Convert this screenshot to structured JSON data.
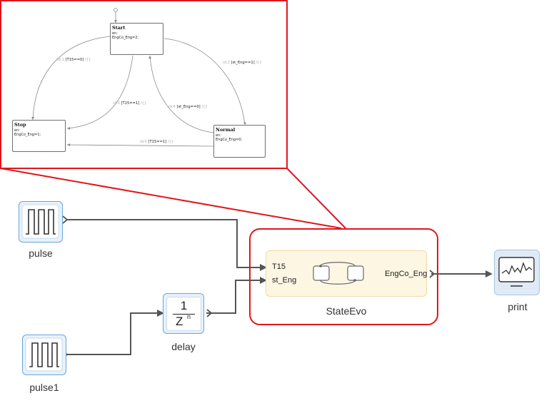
{
  "blocks": {
    "pulse": {
      "label": "pulse",
      "icon": "pulse-wave-icon"
    },
    "pulse1": {
      "label": "pulse1",
      "icon": "pulse-wave-icon"
    },
    "delay": {
      "label": "delay",
      "numerator": "1",
      "denominator": "Z",
      "exponent": "n",
      "icon": "unit-delay-icon"
    },
    "stateevo": {
      "label": "StateEvo",
      "inputs": [
        "T15",
        "st_Eng"
      ],
      "output": "EngCo_Eng",
      "icon": "state-machine-icon"
    },
    "print": {
      "label": "print",
      "icon": "scope-display-icon"
    }
  },
  "statechart": {
    "states": {
      "start": {
        "name": "Start",
        "entry": "en:",
        "action": "EngCo_Eng=2;"
      },
      "stop": {
        "name": "Stop",
        "entry": "en:",
        "action": "EngCo_Eng=1;"
      },
      "normal": {
        "name": "Normal",
        "entry": "en:",
        "action": "EngCo_Eng=0;"
      }
    },
    "transitions": [
      {
        "id": "start-to-stop",
        "prefix": "id:1",
        "condition": "T15==0",
        "suffix": "/{}"
      },
      {
        "id": "start-to-normal",
        "prefix": "id:2",
        "condition": "st_Eng==1",
        "suffix": "/{}"
      },
      {
        "id": "stop-to-start",
        "prefix": "id:3",
        "condition": "T15==1",
        "suffix": "/{}"
      },
      {
        "id": "normal-to-start",
        "prefix": "id:4",
        "condition": "st_Eng==0",
        "suffix": "/{}"
      },
      {
        "id": "normal-to-stop",
        "prefix": "id:5",
        "condition": "T15==1",
        "suffix": "/{}"
      }
    ]
  },
  "colors": {
    "highlight": "#e0161b",
    "wire": "#555555",
    "icon_border": "#6aa6d8",
    "icon_fill": "#e7f1fb",
    "chart_block_fill": "#fdf6e3",
    "chart_block_border": "#f0d9a4"
  }
}
